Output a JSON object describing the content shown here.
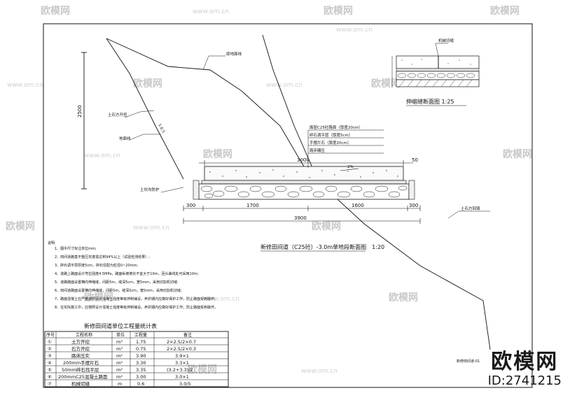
{
  "watermark": {
    "text": "欧模网",
    "url": "www.om.cn"
  },
  "brand": {
    "logo": "欧模网",
    "id": "ID:2741215"
  },
  "labels": {
    "original_ground": "原地面线",
    "earth_cut": "土石方开挖",
    "ground_line": "地面线",
    "slope": "1:0.5",
    "height": "2500",
    "ditch": "土坎沟防护",
    "earth_cut_line": "土石方回填"
  },
  "layers": {
    "l1": "面层C25砼路面（厚度20cm）",
    "l2": "碎石调平层（厚度5cm）",
    "l3": "手摆片石（厚度20cm）",
    "l4": "路床碾压"
  },
  "dims": {
    "top_width": "3000",
    "top_end": "50",
    "d300a": "300",
    "d1700": "1700",
    "d1600": "1600",
    "d300b": "300",
    "total": "3900",
    "slope_pct": "2%"
  },
  "section_title": "新修田间道（C25砼）-3.0m单地段断面图　1:20",
  "joint": {
    "label": "机械切缝",
    "title": "伸缩缝断面图 1:25"
  },
  "notes": {
    "heading": "说明:",
    "items": [
      "1、图中尺寸标注单位mm;",
      "2、田间道路基平整压实度需达到94%以上（试验检测结果）;",
      "3、碎石调平层厚度5cm，碎石径配为粒径0~20mm;",
      "4、道路上路面设计弯拉强度4.5MPa，路面纵坡坡长不宜大于10m，回头曲线处可采用10m;",
      "5、道路路面设置横向伸缩缝，间距5m，缝深5cm，宽5mm，采用切割机切缝;",
      "6、田间道路面设置横向伸缩缝，间距5m，缝深5cm，宽5mm，采用切割机切缝;",
      "7、路面混凝土应严格按照设计混凝土强度等级拌制铺设，养护期内应做好保护工作，防止路面受到破坏;",
      "8、在实际施工中，应按照设计混凝土强度等级拌制铺设，养护期内应做好保护工作，防止路面受到破坏。"
    ]
  },
  "table": {
    "title": "新修田间道单位工程量统计表",
    "headers": [
      "序号",
      "工程名称",
      "单位",
      "工程量",
      "备注"
    ],
    "rows": [
      [
        "①",
        "土方开挖",
        "m³",
        "1.75",
        "2×2.5/2×0.7"
      ],
      [
        "②",
        "石方开挖",
        "m³",
        "0.75",
        "2×2.5/2×0.3"
      ],
      [
        "③",
        "路床压实",
        "m²",
        "3.90",
        "3.9×1"
      ],
      [
        "④",
        "200mm手摆片石",
        "m²",
        "3.30",
        "3.3×1"
      ],
      [
        "⑤",
        "50mm碎石找平层",
        "m²",
        "3.35",
        "(3.2+3.3)/2"
      ],
      [
        "⑥",
        "200mmC25混凝土路面",
        "m²",
        "3.00",
        "3.0×1"
      ],
      [
        "⑦",
        "机械切缝",
        "m",
        "0.6",
        "3.0/5"
      ]
    ]
  },
  "drawing_name": "新修田间道-01"
}
